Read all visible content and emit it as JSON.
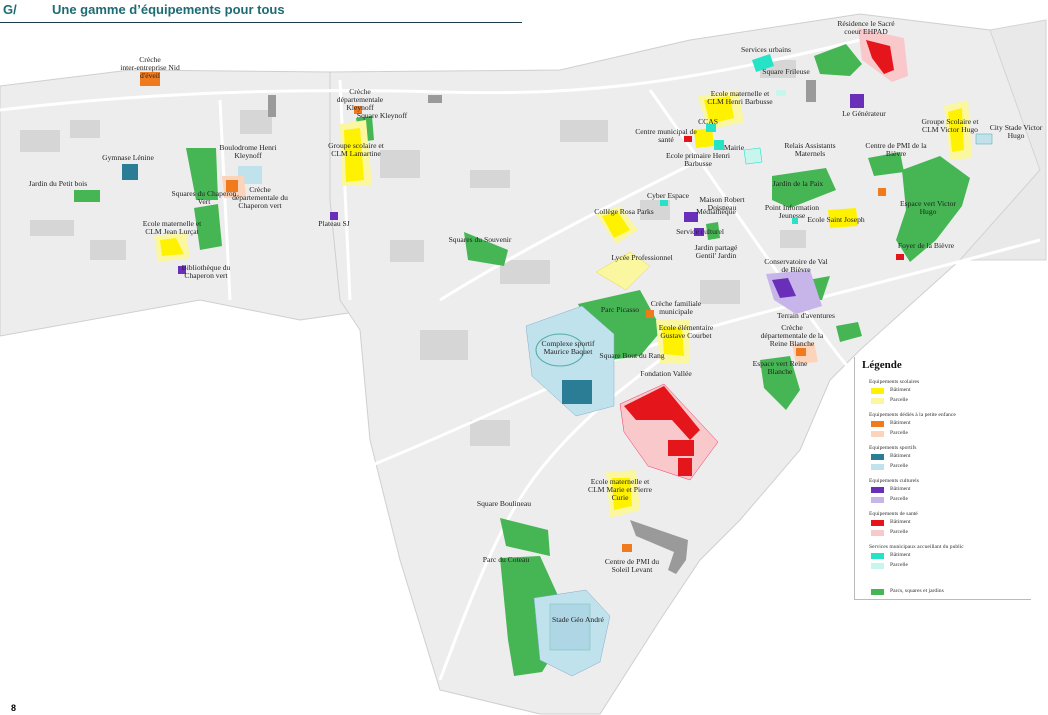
{
  "header": {
    "section": "G/",
    "title": "Une gamme d’équipements pour tous"
  },
  "page_number": "8",
  "colors": {
    "scolaire_batiment": "#fff200",
    "scolaire_parcelle": "#fbf6a0",
    "petite_enfance_batiment": "#f07a1e",
    "petite_enfance_parcelle": "#fbd4bb",
    "sport_batiment": "#2a7d95",
    "sport_parcelle": "#bfe2ec",
    "culturel_batiment": "#6a2fb8",
    "culturel_parcelle": "#c7b5ea",
    "sante_batiment": "#e4151b",
    "sante_parcelle": "#f8c8cb",
    "services_batiment": "#26e3c8",
    "services_parcelle": "#c8f5ee",
    "parcs": "#45b653"
  },
  "map": {
    "labels": [
      "Crèche inter-entreprise Nid d'éveil",
      "Crèche départementale Kleynoff",
      "Square Kleynoff",
      "Groupe scolaire et CLM Lamartine",
      "Boulodrome Henri Kleynoff",
      "Crèche départementale du Chaperon vert",
      "Gymnase Lénine",
      "Jardin du Petit bois",
      "Squares du Chaperon Vert",
      "Ecole maternelle et CLM Jean Lurçat",
      "Bibliothèque du Chaperon vert",
      "Plateau SJ",
      "Squares du Souvenir",
      "Résidence le Sacré coeur EHPAD",
      "Services urbains",
      "Square Frileuse",
      "Le Générateur",
      "Groupe Scolaire et CLM Victor Hugo",
      "City Stade Victor Hugo",
      "Ecole maternelle et CLM Henri Barbusse",
      "CCAS",
      "Centre municipal de santé",
      "Mairie",
      "Ecole primaire Henri Barbusse",
      "Relais Assistants Maternels",
      "Jardin de la Paix",
      "Centre de PMI de la Bièvre",
      "Espace vert Victor Hugo",
      "Foyer de la Bièvre",
      "Cyber Espace",
      "Maison Robert Doisneau",
      "Médiathèque",
      "Service culturel",
      "Jardin partagé Gentil' Jardin",
      "Collège Rosa Parks",
      "Point Information Jeunesse",
      "Ecole Saint Joseph",
      "Lycée Professionnel",
      "Conservatoire de Val de Bièvre",
      "Terrain d'aventures",
      "Parc Picasso",
      "Crèche familiale municipale",
      "Ecole élémentaire Gustave Courbet",
      "Crèche départementale de la Reine Blanche",
      "Complexe sportif Maurice Baquet",
      "Square Bout du Rang",
      "Fondation Vallée",
      "Espace vert Reine Blanche",
      "Ecole maternelle et CLM Marie et Pierre Curie",
      "Square Boulineau",
      "Parc du Coteau",
      "Centre de PMI du Soleil Levant",
      "Stade Géo André"
    ]
  },
  "legend": {
    "title": "Légende",
    "categories": [
      {
        "name": "Equipements scolaires",
        "items": [
          {
            "label": "Bâtiment",
            "color": "#fff200"
          },
          {
            "label": "Parcelle",
            "color": "#fbf6a0"
          }
        ]
      },
      {
        "name": "Equipements dédiés à la petite enfance",
        "items": [
          {
            "label": "Bâtiment",
            "color": "#f07a1e"
          },
          {
            "label": "Parcelle",
            "color": "#fbd4bb"
          }
        ]
      },
      {
        "name": "Equipements sportifs",
        "items": [
          {
            "label": "Bâtiment",
            "color": "#2a7d95"
          },
          {
            "label": "Parcelle",
            "color": "#bfe2ec"
          }
        ]
      },
      {
        "name": "Equipements culturels",
        "items": [
          {
            "label": "Bâtiment",
            "color": "#6a2fb8"
          },
          {
            "label": "Parcelle",
            "color": "#c7b5ea"
          }
        ]
      },
      {
        "name": "Equipements de santé",
        "items": [
          {
            "label": "Bâtiment",
            "color": "#e4151b"
          },
          {
            "label": "Parcelle",
            "color": "#f8c8cb"
          }
        ]
      },
      {
        "name": "Services municipaux accueillant du public",
        "items": [
          {
            "label": "Bâtiment",
            "color": "#26e3c8"
          },
          {
            "label": "Parcelle",
            "color": "#c8f5ee"
          }
        ]
      },
      {
        "name": "",
        "items": [
          {
            "label": "Parcs, squares et jardins",
            "color": "#45b653"
          }
        ]
      }
    ]
  }
}
